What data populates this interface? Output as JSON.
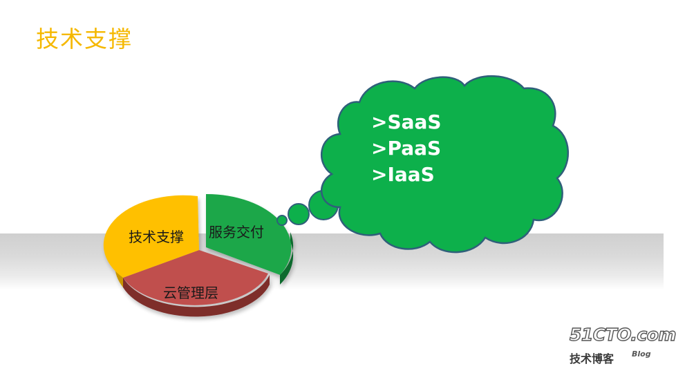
{
  "slide": {
    "title": "技术支撑",
    "title_color": "#f5b800"
  },
  "pie": {
    "segments": [
      {
        "label": "服务交付",
        "color": "#1aa74a",
        "side_color": "#0f6a2d"
      },
      {
        "label": "技术支撑",
        "color": "#ffc000",
        "side_color": "#c89600"
      },
      {
        "label": "云管理层",
        "color": "#c0504d",
        "side_color": "#7e2e2c"
      }
    ]
  },
  "cloud": {
    "items": [
      ">SaaS",
      ">PaaS",
      ">IaaS"
    ],
    "fill_color": "#0db04b",
    "outline_color": "#2f5f7a"
  },
  "watermark": {
    "brand": "51CTO.com",
    "subtitle": "技术博客",
    "suffix": "Blog"
  }
}
